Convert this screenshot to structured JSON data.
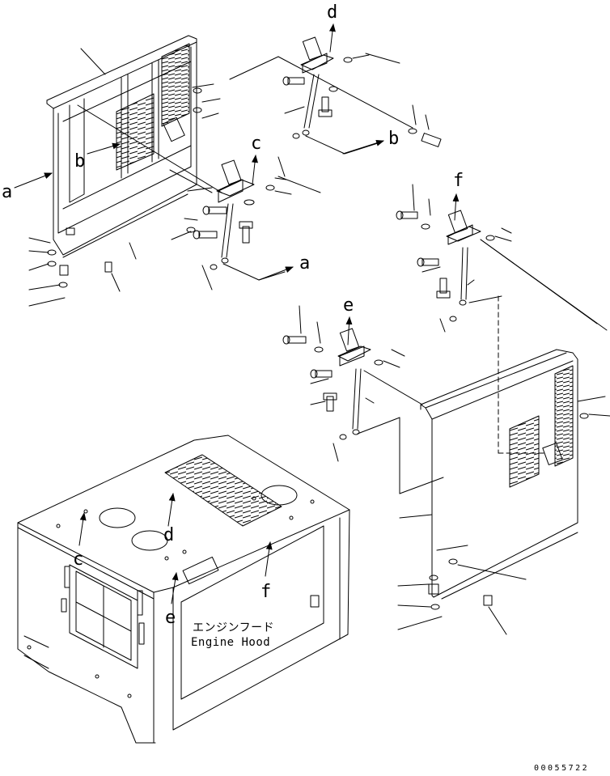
{
  "diagram": {
    "callout_labels": {
      "a_left": "a",
      "a_right": "a",
      "b_left": "b",
      "b_right": "b",
      "c_top": "c",
      "c_bottom": "c",
      "d_top": "d",
      "d_bottom": "d",
      "e_top": "e",
      "e_bottom": "e",
      "f_top": "f",
      "f_bottom": "f"
    },
    "hood_label_jp": "エンジンフード",
    "hood_label_en": "Engine Hood",
    "drawing_number": "00055722"
  }
}
